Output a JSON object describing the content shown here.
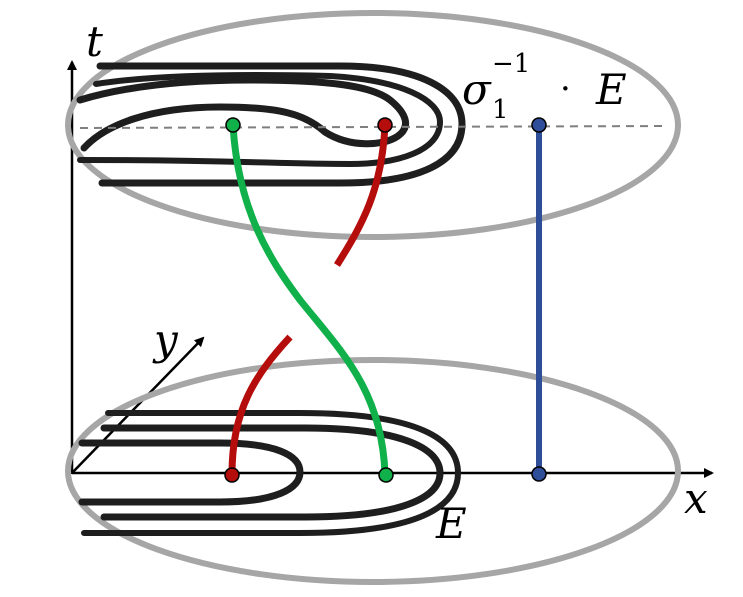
{
  "labels": {
    "t_axis": "t",
    "x_axis": "x",
    "y_axis": "y",
    "bottom_disk": "E",
    "top_disk_sigma": "σ",
    "top_disk_sub": "1",
    "top_disk_sup": "−1",
    "top_disk_dot": "·",
    "top_disk_E": "E"
  },
  "colors": {
    "disk_outline": "#a6a6a6",
    "curve": "#1e1e1e",
    "strand_green": "#10b04a",
    "strand_red": "#b50c0c",
    "strand_blue": "#2f4e9a",
    "dashed": "#7f7f7f",
    "axis": "#000000"
  }
}
